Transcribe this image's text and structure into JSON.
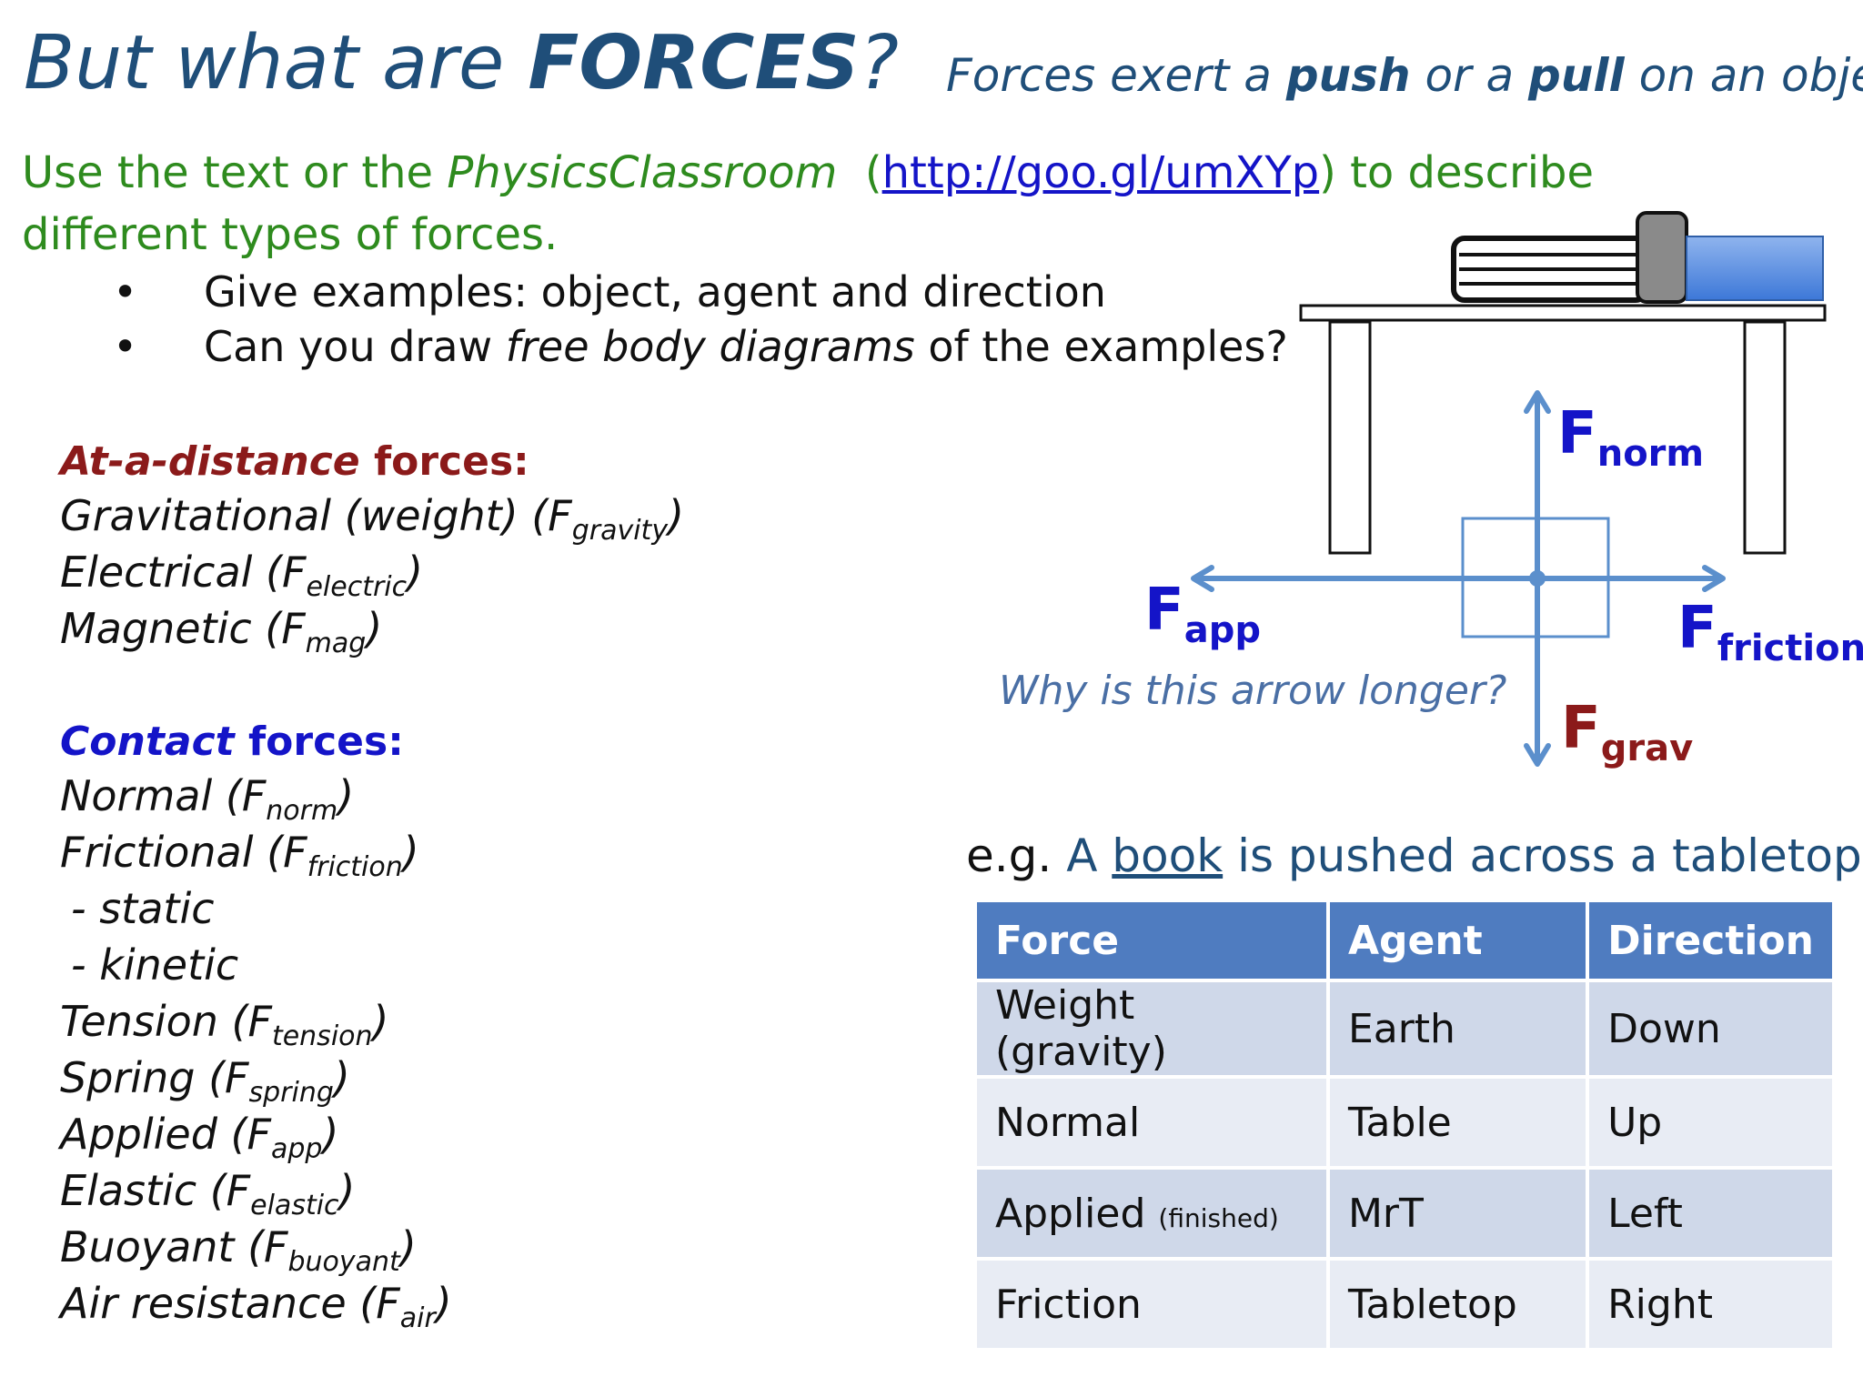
{
  "title": {
    "prefix": "But what are ",
    "emphasis": "FORCES",
    "suffix": "?"
  },
  "subtitle": {
    "part1": "Forces exert a ",
    "push": "push",
    "part2": " or a ",
    "pull": "pull",
    "part3": " on an object."
  },
  "instructions": {
    "text1": "Use the text or the ",
    "source": "PhysicsClassroom",
    "link_open": "  (",
    "link": "http://goo.gl/umXYp",
    "text2": ") to describe different types of forces.",
    "bullets": [
      {
        "dot": "•",
        "pre": "Give examples: object, agent and direction",
        "em": "",
        "post": ""
      },
      {
        "dot": "•",
        "pre": "Can you draw ",
        "em": "free body diagrams",
        "post": " of the examples?"
      }
    ]
  },
  "distance_section": {
    "italic": "At-a-distance",
    "rest": " forces:",
    "color": "#8b1a1a"
  },
  "distance_forces": [
    {
      "name": "Gravitational (weight) (F",
      "sub": "gravity",
      "close": ")"
    },
    {
      "name": "Electrical (F",
      "sub": "electric",
      "close": ")"
    },
    {
      "name": "Magnetic (F",
      "sub": "mag",
      "close": ")"
    }
  ],
  "contact_section": {
    "italic": "Contact",
    "rest": " forces:",
    "color": "#1414c8"
  },
  "contact_forces": [
    {
      "name": "Normal (F",
      "sub": "norm",
      "close": ")"
    },
    {
      "name": "Frictional (F",
      "sub": "friction",
      "close": ")"
    },
    {
      "name": "- static",
      "sub": "",
      "close": ""
    },
    {
      "name": "- kinetic",
      "sub": "",
      "close": ""
    },
    {
      "name": "Tension (F",
      "sub": "tension",
      "close": ")"
    },
    {
      "name": "Spring (F",
      "sub": "spring",
      "close": ")"
    },
    {
      "name": "Applied (F",
      "sub": "app",
      "close": ")"
    },
    {
      "name": "Elastic (F",
      "sub": "elastic",
      "close": ")"
    },
    {
      "name": "Buoyant (F",
      "sub": "buoyant",
      "close": ")"
    },
    {
      "name": "Air resistance (F",
      "sub": "air",
      "close": ")"
    }
  ],
  "diagram": {
    "f_norm": {
      "main": "F",
      "sub": "norm",
      "color": "#1414c8"
    },
    "f_app": {
      "main": "F",
      "sub": "app",
      "color": "#1414c8"
    },
    "f_friction": {
      "main": "F",
      "sub": "friction",
      "color": "#1414c8"
    },
    "f_grav": {
      "main": "F",
      "sub": "grav",
      "color": "#8b1a1a"
    },
    "question": "Why is this arrow longer?",
    "arrow_color": "#5b8fcc"
  },
  "example": {
    "label": "e.g.",
    "pre": " A ",
    "object": "book",
    "post": " is pushed across a tabletop",
    "end": "."
  },
  "table": {
    "headers": [
      "Force",
      "Agent",
      "Direction"
    ],
    "rows": [
      {
        "force": "Weight (gravity)",
        "note": "",
        "agent": "Earth",
        "direction": "Down"
      },
      {
        "force": "Normal",
        "note": "",
        "agent": "Table",
        "direction": "Up"
      },
      {
        "force": "Applied",
        "note": "(finished)",
        "agent": "MrT",
        "direction": "Left"
      },
      {
        "force": "Friction",
        "note": "",
        "agent": "Tabletop",
        "direction": "Right"
      }
    ]
  }
}
